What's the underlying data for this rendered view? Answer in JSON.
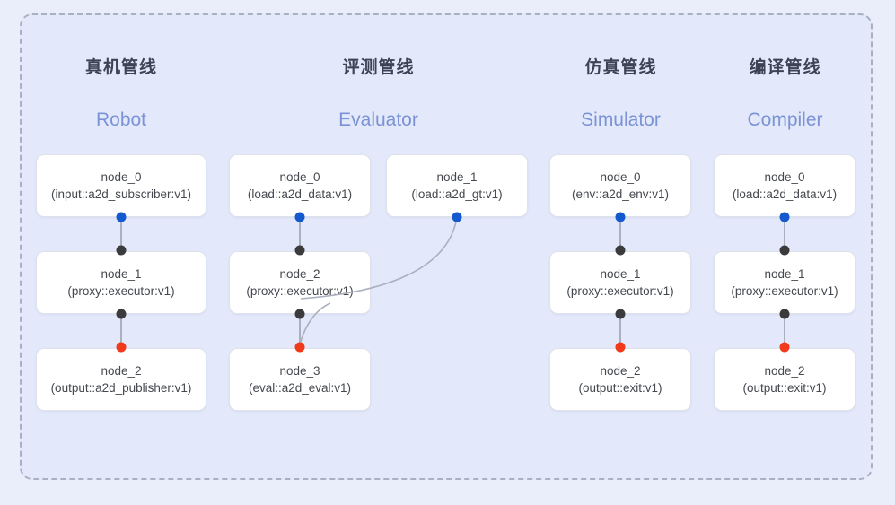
{
  "panel": {
    "background": "#e3e9fb",
    "border_color": "#a9b0c2",
    "border_style": "dashed"
  },
  "page_background": "#e9eefa",
  "colors": {
    "title": "#3c4355",
    "subtitle": "#7b93d6",
    "node_text": "#45484f",
    "node_bg": "#ffffff",
    "node_border": "#dfe2ea",
    "edge": "#aab0bd",
    "port_input": "#1559cf",
    "port_mid": "#3b3b3d",
    "port_output": "#f1391c"
  },
  "columns": [
    {
      "id": "robot",
      "title": "真机管线",
      "subtitle": "Robot",
      "nodes": [
        {
          "id": "node_0",
          "type": "(input::a2d_subscriber:v1)"
        },
        {
          "id": "node_1",
          "type": "(proxy::executor:v1)"
        },
        {
          "id": "node_2",
          "type": "(output::a2d_publisher:v1)"
        }
      ]
    },
    {
      "id": "evaluator",
      "title": "评测管线",
      "subtitle": "Evaluator",
      "nodes": [
        {
          "id": "node_0",
          "type": "(load::a2d_data:v1)"
        },
        {
          "id": "node_1",
          "type": "(load::a2d_gt:v1)"
        },
        {
          "id": "node_2",
          "type": "(proxy::executor:v1)"
        },
        {
          "id": "node_3",
          "type": "(eval::a2d_eval:v1)"
        }
      ]
    },
    {
      "id": "simulator",
      "title": "仿真管线",
      "subtitle": "Simulator",
      "nodes": [
        {
          "id": "node_0",
          "type": "(env::a2d_env:v1)"
        },
        {
          "id": "node_1",
          "type": "(proxy::executor:v1)"
        },
        {
          "id": "node_2",
          "type": "(output::exit:v1)"
        }
      ]
    },
    {
      "id": "compiler",
      "title": "编译管线",
      "subtitle": "Compiler",
      "nodes": [
        {
          "id": "node_0",
          "type": "(load::a2d_data:v1)"
        },
        {
          "id": "node_1",
          "type": "(proxy::executor:v1)"
        },
        {
          "id": "node_2",
          "type": "(output::exit:v1)"
        }
      ]
    }
  ]
}
